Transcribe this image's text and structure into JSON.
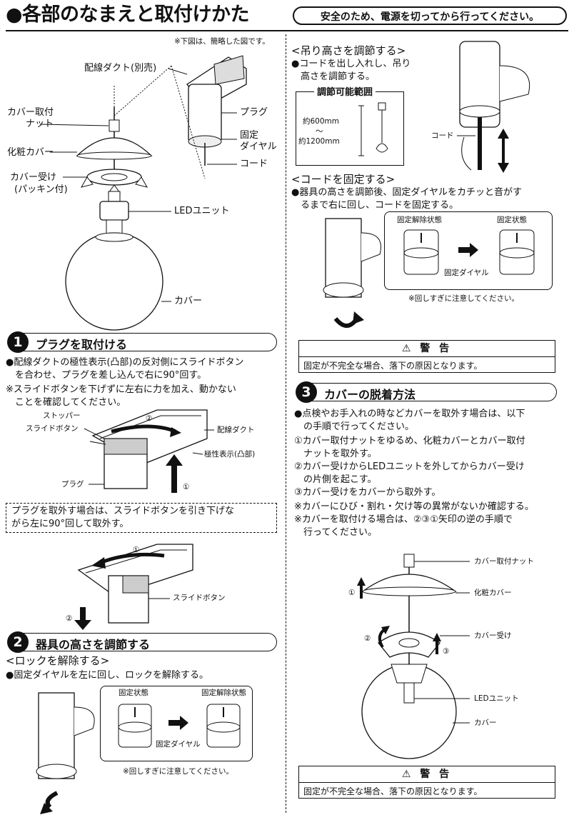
{
  "header": {
    "title": "●各部のなまえと取付けかた",
    "safety": "安全のため、電源を切ってから行ってください。"
  },
  "parts": {
    "note": "※下図は、簡略した図です。",
    "duct": "配線ダクト(別売)",
    "cover_nut_1": "カバー取付",
    "cover_nut_2": "ナット",
    "deco_cover": "化粧カバー",
    "cover_recv_1": "カバー受け",
    "cover_recv_2": "(パッキン付)",
    "led_unit": "LEDユニット",
    "cover": "カバー",
    "plug": "プラグ",
    "dial_1": "固定",
    "dial_2": "ダイヤル",
    "cord": "コード"
  },
  "s1": {
    "num": "1",
    "title": "プラグを取付ける",
    "l1": "●配線ダクトの極性表示(凸部)の反対側にスライドボタン",
    "l2": "　を合わせ、プラグを差し込んで右に90°回す。",
    "l3": "※スライドボタンを下げずに左右に力を加え、動かない",
    "l4": "　ことを確認してください。",
    "stopper": "ストッパー",
    "slide_btn": "スライドボタン",
    "duct": "配線ダクト",
    "polarity": "極性表示(凸部)",
    "plug": "プラグ",
    "c1": "①",
    "c2": "②",
    "remove_1": "プラグを取外す場合は、スライドボタンを引き下げな",
    "remove_2": "がら左に90°回して取外す。",
    "slide_btn2": "スライドボタン",
    "c1b": "①",
    "c2b": "②"
  },
  "s2": {
    "num": "2",
    "title": "器具の高さを調節する",
    "unlock": "<ロックを解除する>",
    "unlock_txt": "●固定ダイヤルを左に回し、ロックを解除する。",
    "fixed": "固定状態",
    "released": "固定解除状態",
    "dial": "固定ダイヤル",
    "caution": "※回しすぎに注意してください。"
  },
  "right": {
    "hang": "<吊り高さを調節する>",
    "hang_1": "●コードを出し入れし、吊り",
    "hang_2": "　高さを調節する。",
    "range": "調節可能範囲",
    "min": "約600mm",
    "tilde": "〜",
    "max": "約1200mm",
    "cord": "コード",
    "fix": "<コードを固定する>",
    "fix_1": "●器具の高さを調節後、固定ダイヤルをカチッと音がす",
    "fix_2": "　るまで右に回し、コードを固定する。",
    "released": "固定解除状態",
    "fixed": "固定状態",
    "dial": "固定ダイヤル",
    "caution": "※回しすぎに注意してください。"
  },
  "warning1": {
    "title": "⚠ 警 告",
    "body": "固定が不完全な場合、落下の原因となります。"
  },
  "s3": {
    "num": "3",
    "title": "カバーの脱着方法",
    "l1": "●点検やお手入れの時などカバーを取外す場合は、以下",
    "l2": "　の手順で行ってください。",
    "l3": "①カバー取付ナットをゆるめ、化粧カバーとカバー取付",
    "l4": "　ナットを取外す。",
    "l5": "②カバー受けからLEDユニットを外してからカバー受け",
    "l6": "　の片側を起こす。",
    "l7": "③カバー受けをカバーから取外す。",
    "l8": "※カバーにひび・割れ・欠け等の異常がないか確認する。",
    "l9": "※カバーを取付ける場合は、②③①矢印の逆の手順で",
    "l10": "　行ってください。",
    "nut": "カバー取付ナット",
    "deco": "化粧カバー",
    "recv": "カバー受け",
    "led": "LEDユニット",
    "cover": "カバー",
    "c1": "①",
    "c2": "②",
    "c3": "③"
  },
  "warning2": {
    "title": "⚠ 警 告",
    "body": "固定が不完全な場合、落下の原因となります。"
  }
}
